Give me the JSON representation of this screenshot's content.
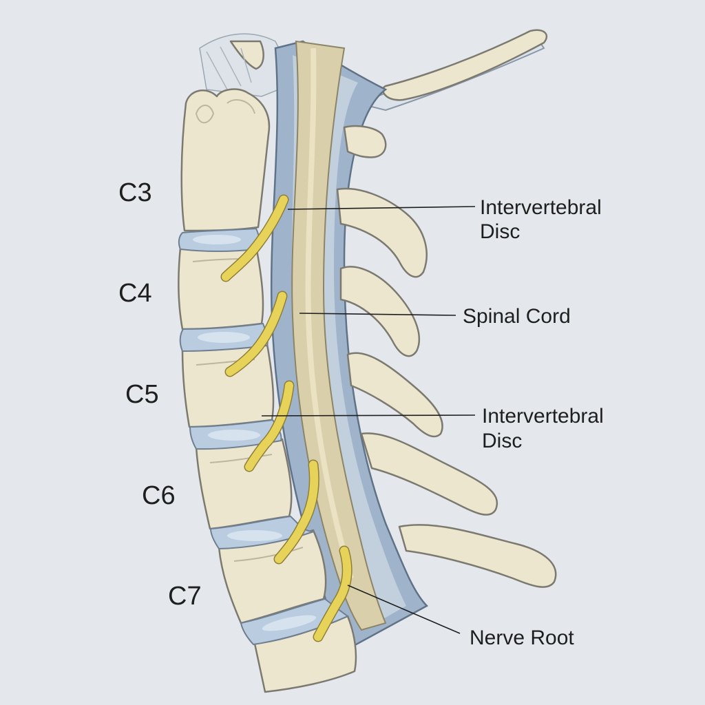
{
  "vertebrae": [
    "C3",
    "C4",
    "C5",
    "C6",
    "C7"
  ],
  "callouts": {
    "disc_upper": [
      "Intervertebral",
      "Disc"
    ],
    "spinal_cord": "Spinal Cord",
    "disc_lower": [
      "Intervertebral",
      "Disc"
    ],
    "nerve_root": "Nerve Root"
  },
  "colors": {
    "background": "#e4e8ec",
    "bone": "#ece6cf",
    "disc": "#b9cce0",
    "spinal_cord": "#d9cfaa",
    "dura": "#8fa6c0",
    "nerve": "#e8d35a"
  }
}
